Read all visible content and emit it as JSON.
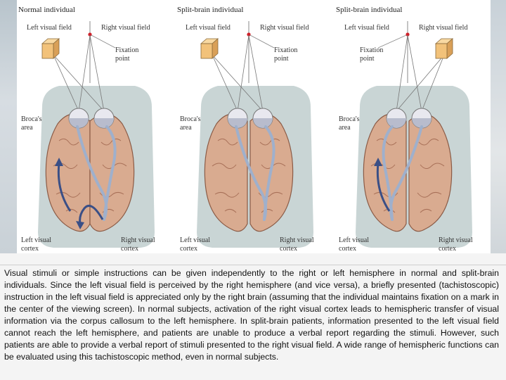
{
  "panels": [
    {
      "title": "Normal individual",
      "left_visual_field": "Left visual field",
      "right_visual_field": "Right visual field",
      "fixation_line1": "Fixation",
      "fixation_line2": "point",
      "broca_line1": "Broca's",
      "broca_line2": "area",
      "left_cortex_line1": "Left visual",
      "left_cortex_line2": "cortex",
      "right_cortex_line1": "Right visual",
      "right_cortex_line2": "cortex"
    },
    {
      "title": "Split-brain individual",
      "left_visual_field": "Left visual field",
      "right_visual_field": "Right visual field",
      "fixation_line1": "Fixation",
      "fixation_line2": "point",
      "broca_line1": "Broca's",
      "broca_line2": "area",
      "left_cortex_line1": "Left visual",
      "left_cortex_line2": "cortex",
      "right_cortex_line1": "Right visual",
      "right_cortex_line2": "cortex"
    },
    {
      "title": "Split-brain individual",
      "left_visual_field": "Left visual field",
      "right_visual_field": "Right visual field",
      "fixation_line1": "Fixation",
      "fixation_line2": "point",
      "broca_line1": "Broca's",
      "broca_line2": "area",
      "left_cortex_line1": "Left visual",
      "left_cortex_line2": "cortex",
      "right_cortex_line1": "Right visual",
      "right_cortex_line2": "cortex"
    }
  ],
  "caption": "Visual stimuli or simple instructions can be given independently to the right or left hemisphere in normal and split-brain individuals. Since the left visual field is perceived by the right hemisphere (and vice versa), a briefly presented (tachistoscopic) instruction in the left visual field is appreciated only by the right brain (assuming that the individual maintains fixation on a mark in the center of the viewing screen). In normal subjects, activation of the right visual cortex leads to hemispheric transfer of visual information via the corpus callosum to the left hemisphere. In split-brain patients, information presented to the left visual field cannot reach the left hemisphere, and patients are unable to produce a verbal report regarding the stimuli. However, such patients are able to provide a verbal report of stimuli presented to the right visual field. A wide range of hemispheric functions can be evaluated using this tachistoscopic method, even in normal subjects.",
  "colors": {
    "brain": "#d9ab90",
    "brain_outline": "#8a5a45",
    "background_panel": "#c9d5d5",
    "fixation": "#d0202a",
    "cube": "#f2c27a",
    "pathway": "#9fb0cc",
    "arrow": "#3a4f86"
  },
  "icons": [
    "cube-stimulus-icon",
    "fixation-point-icon",
    "eye-icon",
    "brain-icon",
    "arrow-icon"
  ]
}
